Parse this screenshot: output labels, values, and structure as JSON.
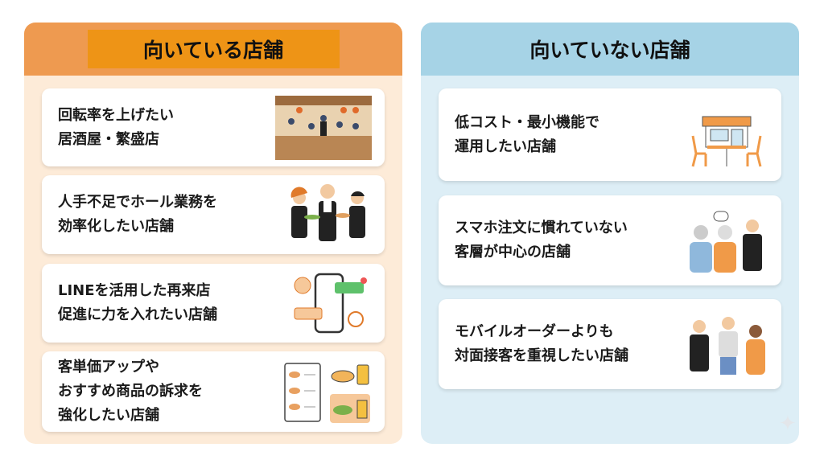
{
  "suitable": {
    "title": "向いている店舗",
    "items": [
      {
        "text": "回転率を上げたい\n居酒屋・繁盛店",
        "icon": "busy-izakaya-illustration"
      },
      {
        "text": "人手不足でホール業務を\n効率化したい店舗",
        "icon": "staff-illustration"
      },
      {
        "text": "LINEを活用した再来店\n促進に力を入れたい店舗",
        "icon": "smartphone-line-illustration"
      },
      {
        "text": "客単価アップや\nおすすめ商品の訴求を\n強化したい店舗",
        "icon": "menu-food-illustration"
      }
    ]
  },
  "unsuitable": {
    "title": "向いていない店舗",
    "items": [
      {
        "text": "低コスト・最小機能で\n運用したい店舗",
        "icon": "small-shop-illustration"
      },
      {
        "text": "スマホ注文に慣れていない\n客層が中心の店舗",
        "icon": "elderly-customers-illustration"
      },
      {
        "text": "モバイルオーダーよりも\n対面接客を重視したい店舗",
        "icon": "face-to-face-service-illustration"
      }
    ]
  },
  "colors": {
    "orange_header": "#ee9a50",
    "orange_label": "#ee9416",
    "orange_bg": "#fdebd8",
    "blue_header": "#a6d3e6",
    "blue_bg": "#ddeef6"
  }
}
